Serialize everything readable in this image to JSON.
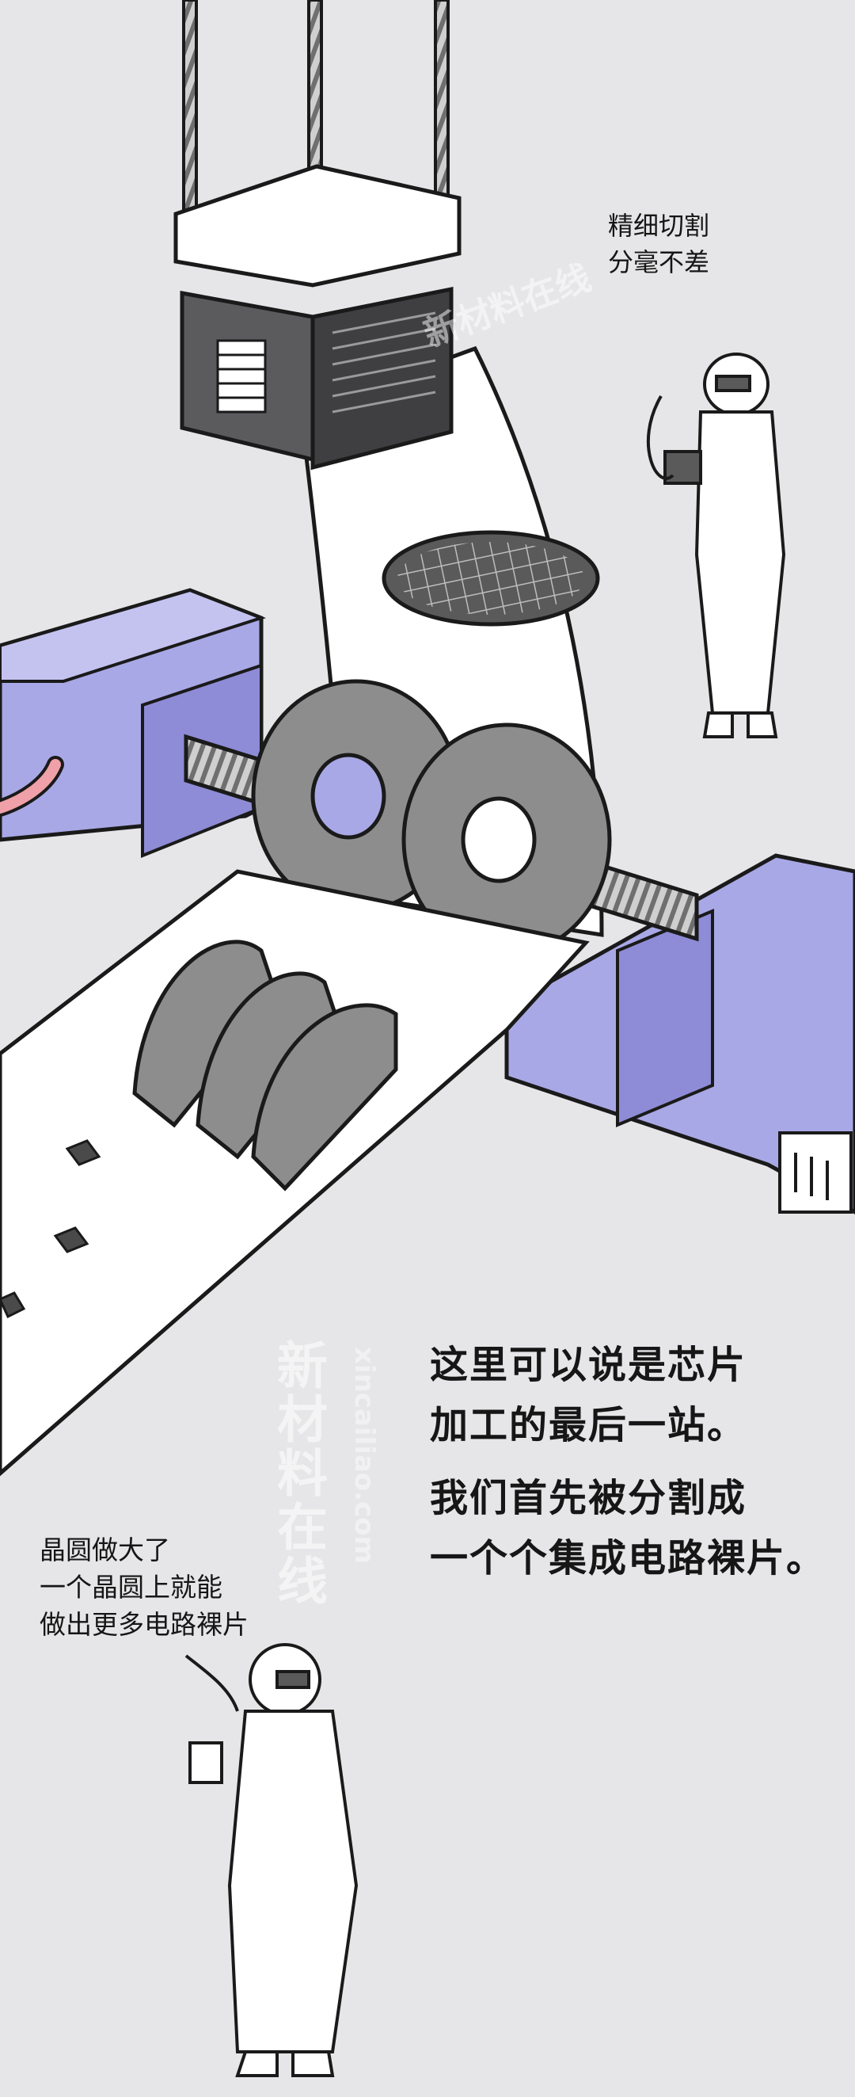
{
  "captions": {
    "cutting": "精细切割\n分毫不差",
    "main_1": "这里可以说是芯片\n加工的最后一站。",
    "main_2": "我们首先被分割成\n一个个集成电路裸片。",
    "wafer": "晶圆做大了\n一个晶圆上就能\n做出更多电路裸片"
  },
  "watermark": {
    "vertical": "新材料在线",
    "url": "xincailiao.com",
    "top": "新材料在线"
  },
  "colors": {
    "background": "#e6e6e8",
    "machine_purple": "#a9a8e6",
    "machine_purple_dark": "#8e8cd6",
    "blade_gray": "#8d8d8d",
    "belt_white": "#ffffff",
    "ink": "#161616",
    "pipe_pink": "#f0a0a8"
  }
}
